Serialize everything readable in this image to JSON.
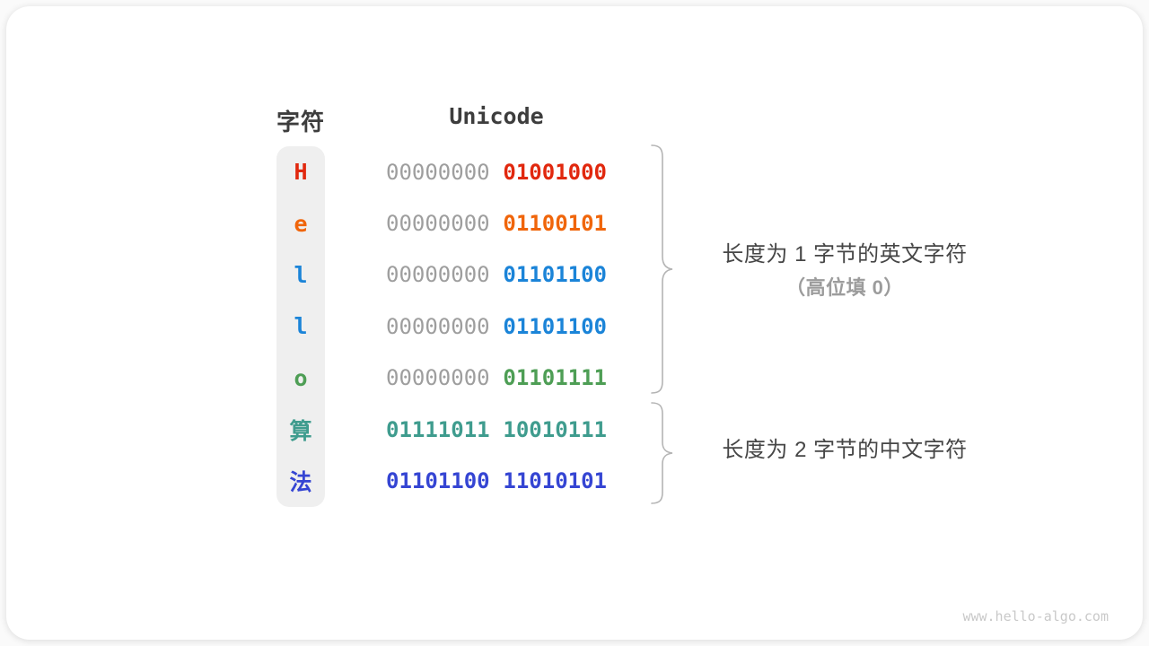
{
  "header": {
    "char_col": "字符",
    "unicode_col": "Unicode"
  },
  "rows": [
    {
      "char": "H",
      "color": "#e1280e",
      "byte1": "00000000",
      "byte1_color": "#9e9e9e",
      "byte2": "01001000",
      "byte2_color": "#e1280e"
    },
    {
      "char": "e",
      "color": "#f0650a",
      "byte1": "00000000",
      "byte1_color": "#9e9e9e",
      "byte2": "01100101",
      "byte2_color": "#f0650a"
    },
    {
      "char": "l",
      "color": "#1b84d8",
      "byte1": "00000000",
      "byte1_color": "#9e9e9e",
      "byte2": "01101100",
      "byte2_color": "#1b84d8"
    },
    {
      "char": "l",
      "color": "#1b84d8",
      "byte1": "00000000",
      "byte1_color": "#9e9e9e",
      "byte2": "01101100",
      "byte2_color": "#1b84d8"
    },
    {
      "char": "o",
      "color": "#4e9e55",
      "byte1": "00000000",
      "byte1_color": "#9e9e9e",
      "byte2": "01101111",
      "byte2_color": "#4e9e55"
    },
    {
      "char": "算",
      "color": "#3f9c8e",
      "byte1": "01111011",
      "byte1_color": "#3f9c8e",
      "byte2": "10010111",
      "byte2_color": "#3f9c8e"
    },
    {
      "char": "法",
      "color": "#3545d3",
      "byte1": "01101100",
      "byte1_color": "#3545d3",
      "byte2": "11010101",
      "byte2_color": "#3545d3"
    }
  ],
  "annotations": {
    "english": {
      "line1": "长度为 1 字节的英文字符",
      "line2": "（高位填 0）"
    },
    "chinese": {
      "line1": "长度为 2 字节的中文字符"
    }
  },
  "watermark": "www.hello-algo.com",
  "colors": {
    "leading_zeros_gray": "#9e9e9e",
    "heading_text": "#3d3d3d",
    "annotation_text": "#464646",
    "annotation_gray": "#9c9c9c",
    "brace_gray": "#b4b4b4",
    "char_column_bg": "#efefef",
    "card_bg": "#ffffff"
  }
}
